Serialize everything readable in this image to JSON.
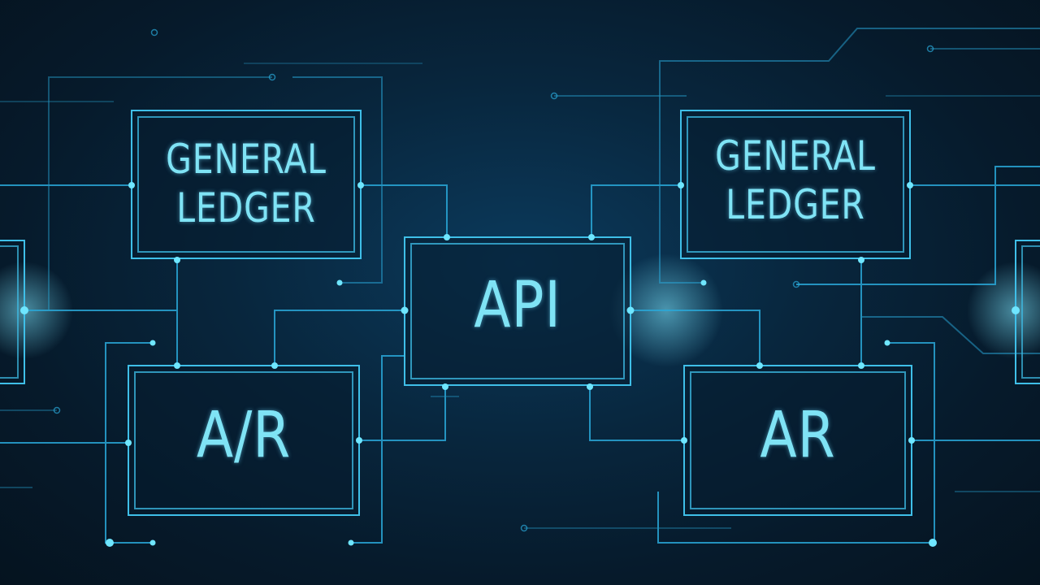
{
  "colors": {
    "background": "#061a2b",
    "line": "#2aa8d8",
    "box_stroke": "#3fbfe8",
    "text": "#7fe3f5",
    "node_glow": "#6fe6ff"
  },
  "boxes": {
    "gl_left": {
      "line1": "GENERAL",
      "line2": "LEDGER"
    },
    "gl_right": {
      "line1": "GENERAL",
      "line2": "LEDGER"
    },
    "api": {
      "label": "API"
    },
    "ar_left": {
      "label": "A/R"
    },
    "ar_right": {
      "label": "AR"
    }
  }
}
